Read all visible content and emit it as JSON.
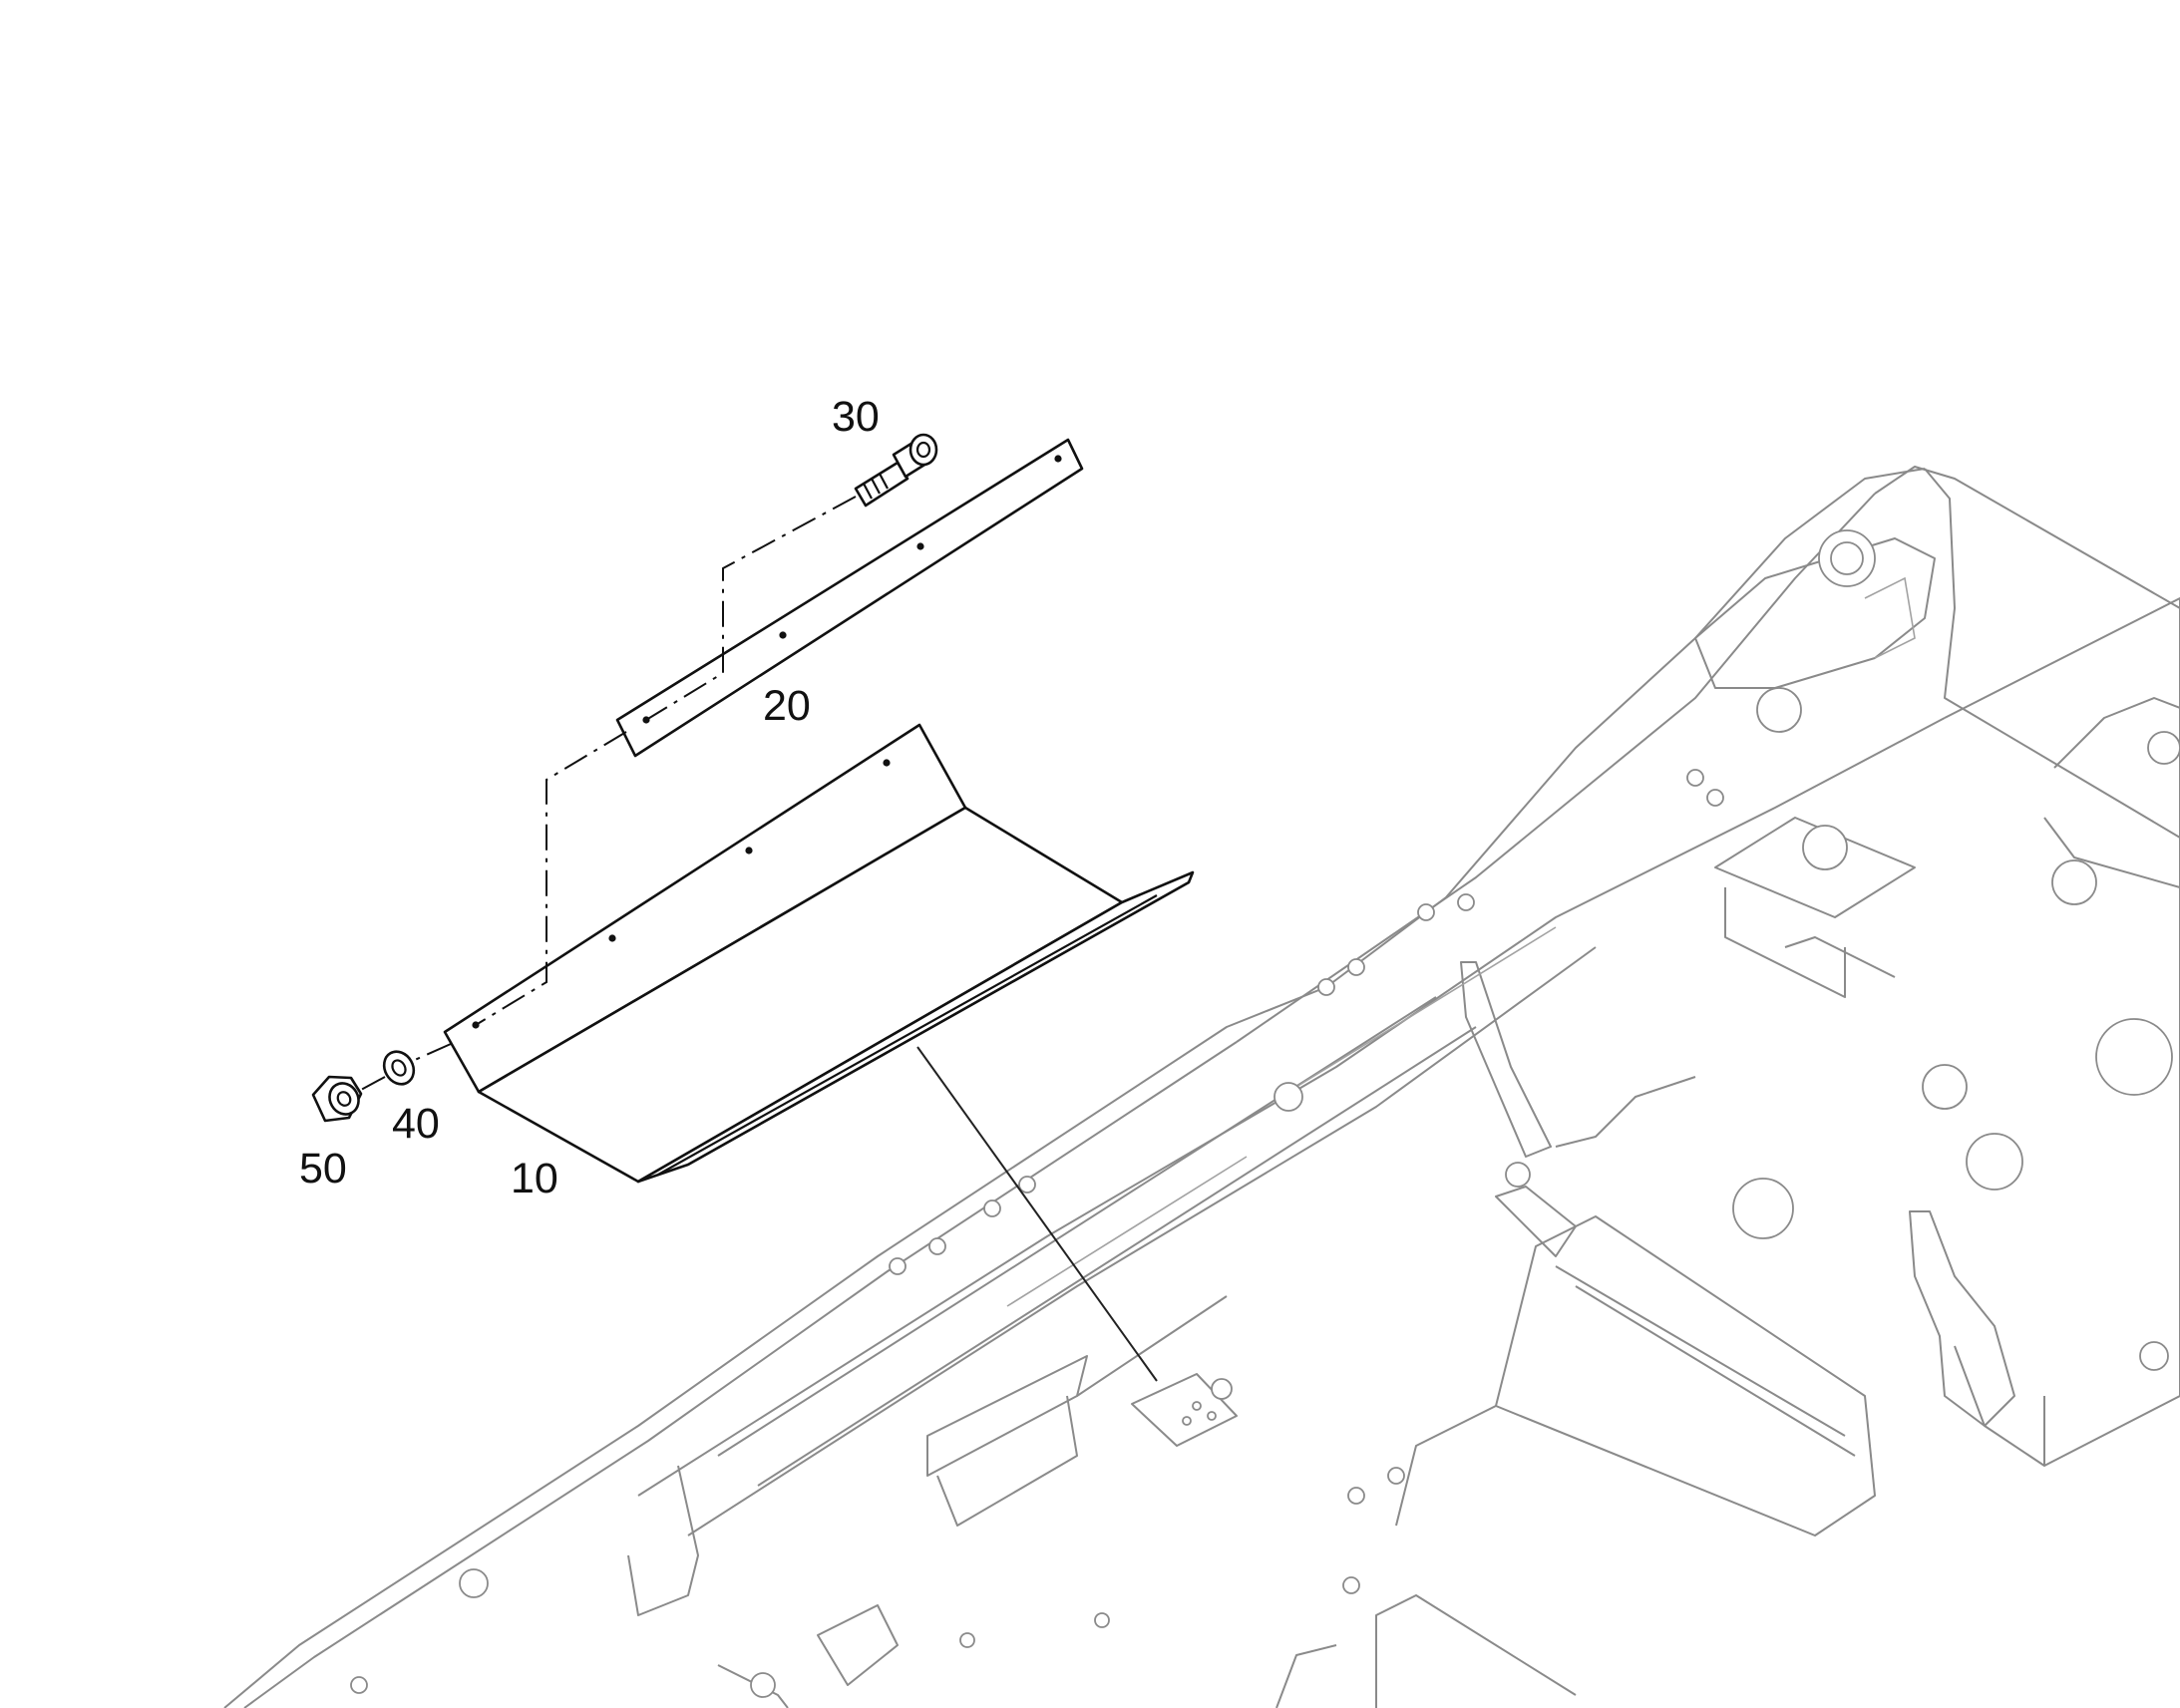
{
  "callouts": {
    "part_10": "10",
    "part_20": "20",
    "part_30": "30",
    "part_40": "40",
    "part_50": "50"
  }
}
